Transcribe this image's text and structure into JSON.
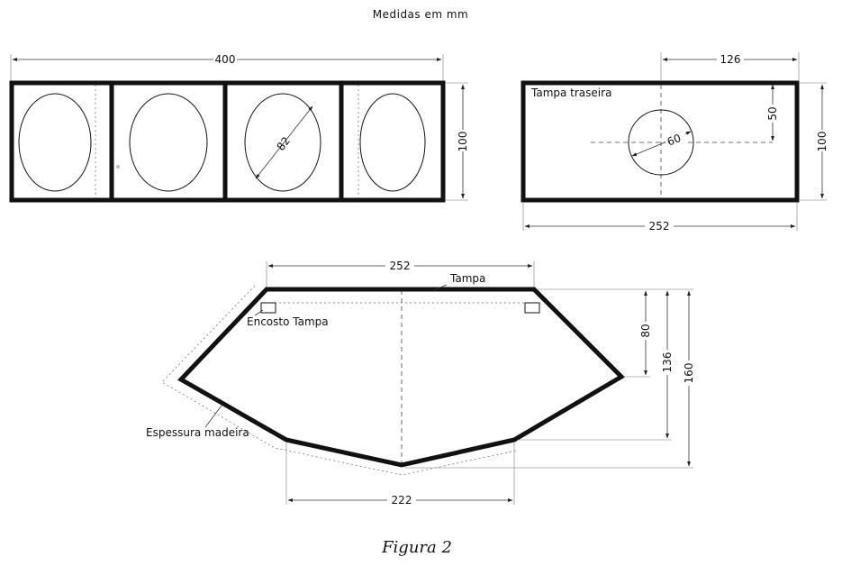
{
  "title": "Medidas em mm",
  "caption": "Figura 2",
  "front_panel": {
    "width_dim": "400",
    "height_dim": "100",
    "hole_dim": "82"
  },
  "back_panel": {
    "label": "Tampa traseira",
    "offset_dim": "126",
    "vertical_dim": "50",
    "hole_dim": "60",
    "height_dim": "100",
    "width_dim": "252"
  },
  "side_profile": {
    "top_dim": "252",
    "lid_label": "Tampa",
    "lid_support_label": "Encosto Tampa",
    "wood_thickness_label": "Espessura madeira",
    "bottom_dim": "222",
    "height_dim_1": "80",
    "height_dim_2": "136",
    "height_dim_3": "160"
  }
}
